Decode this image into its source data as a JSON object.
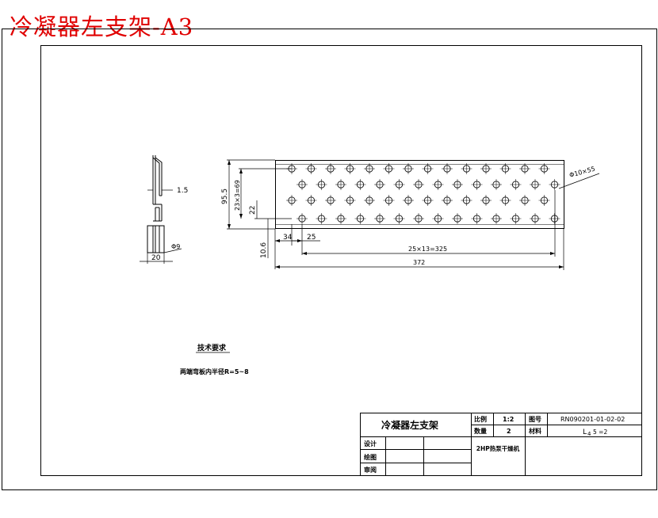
{
  "heading": "冷凝器左支架-A3",
  "colors": {
    "heading": "#e00000",
    "line": "#000000"
  },
  "side_view": {
    "dim_thickness": "1.5",
    "dim_width": "20",
    "dim_hole": "Φ9"
  },
  "front_view": {
    "dim_height": "95.5",
    "dim_vertical_pitch": "23×3=69",
    "dim_row_gap": "22",
    "dim_bottom_offset": "10.6",
    "dim_left_offset": "34",
    "dim_first_pitch": "25",
    "dim_horizontal_pitch": "25×13=325",
    "dim_total_length": "372",
    "hole_callout": "Φ10×55"
  },
  "notes": {
    "title": "技术要求",
    "text": "两端弯板内半径R=5~8"
  },
  "title_block": {
    "part_name": "冷凝器左支架",
    "scale_label": "比例",
    "scale_value": "1:2",
    "drawing_no_label": "图号",
    "drawing_no_value": "RN090201-01-02-02",
    "quantity_label": "数量",
    "quantity_value": "2",
    "material_label": "材料",
    "material_value": "L",
    "material_suffix": "5 =2",
    "material_sub": "4",
    "design_label": "设计",
    "drafting_label": "绘图",
    "review_label": "审阅",
    "product": "2HP热泵干燥机"
  }
}
